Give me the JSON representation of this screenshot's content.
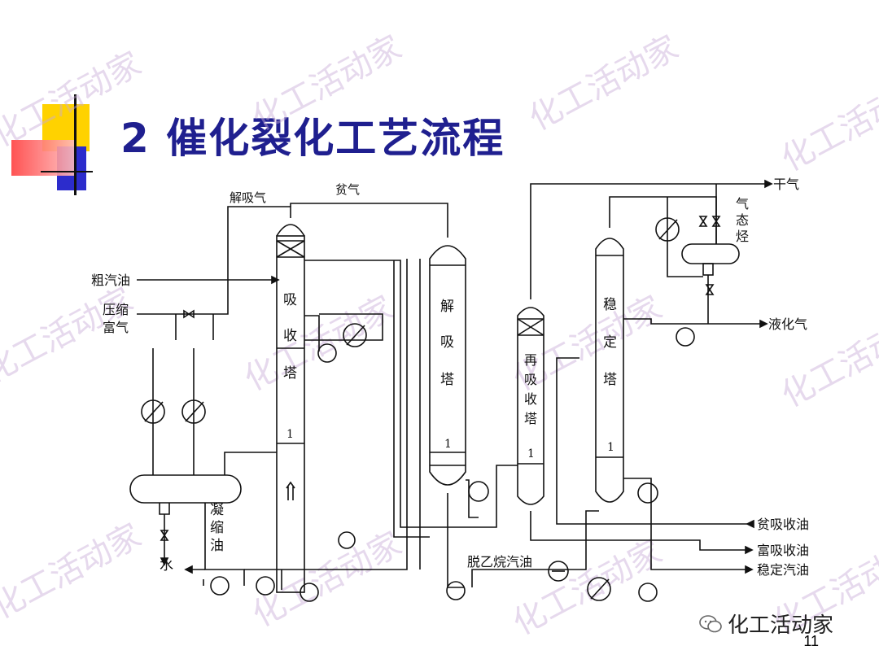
{
  "slide": {
    "title": "2 催化裂化工艺流程",
    "page_number": "11",
    "brand": "化工活动家",
    "watermark": "化工活动家"
  },
  "diagram": {
    "labels": {
      "desorb_gas": "解吸气",
      "lean_gas": "贫气",
      "dry_gas": "干气",
      "gaseous_hydrocarbon": [
        "气",
        "态",
        "烃"
      ],
      "crude_gasoline": "粗汽油",
      "compressed_rich_gas": [
        "压缩",
        "富气"
      ],
      "lpg": "液化气",
      "condensed_oil": [
        "凝",
        "缩",
        "油"
      ],
      "water": "水",
      "deethanized_gasoline": "脱乙烷汽油",
      "lean_absorption_oil": "贫吸收油",
      "rich_absorption_oil": "富吸收油",
      "stabilized_gasoline": "稳定汽油"
    },
    "towers": [
      {
        "id": "absorber",
        "name": [
          "吸",
          "收",
          "塔"
        ],
        "tray": "1"
      },
      {
        "id": "desorber",
        "name": [
          "解",
          "吸",
          "塔"
        ],
        "tray": "1"
      },
      {
        "id": "reabsorber",
        "name": [
          "再",
          "吸",
          "收",
          "塔"
        ],
        "tray": "1"
      },
      {
        "id": "stabilizer",
        "name": [
          "稳",
          "定",
          "塔"
        ],
        "tray": "1"
      }
    ]
  }
}
